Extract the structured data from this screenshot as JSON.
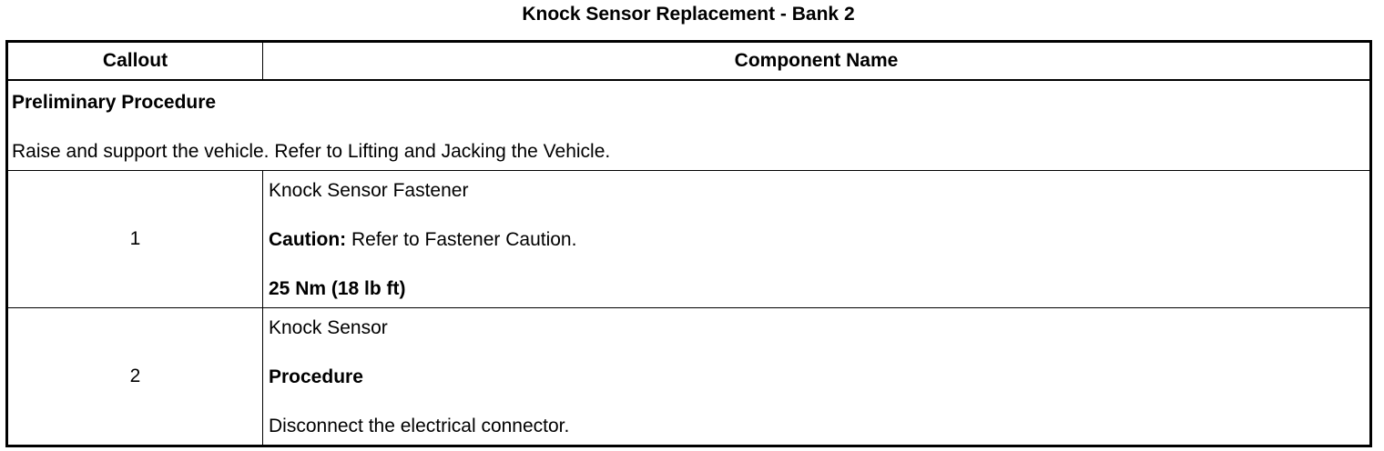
{
  "title": "Knock Sensor Replacement - Bank 2",
  "table": {
    "headers": {
      "callout": "Callout",
      "component_name": "Component Name"
    },
    "preliminary": {
      "heading": "Preliminary Procedure",
      "text": "Raise and support the vehicle. Refer to Lifting and Jacking the Vehicle."
    },
    "rows": [
      {
        "callout": "1",
        "name": "Knock Sensor Fastener",
        "caution_label": "Caution:",
        "caution_text": " Refer to Fastener Caution.",
        "torque": "25 Nm (18 lb ft)"
      },
      {
        "callout": "2",
        "name": "Knock Sensor",
        "procedure_label": "Procedure",
        "procedure_text": "Disconnect the electrical connector."
      }
    ]
  }
}
